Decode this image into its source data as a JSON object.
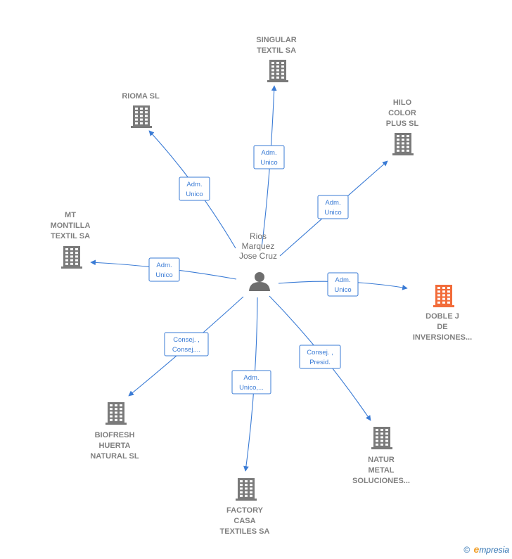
{
  "colors": {
    "edge": "#3a7bd5",
    "building": "#7a7a7a",
    "building_highlight": "#f26c3a",
    "person": "#6e6e6e",
    "label": "#808080"
  },
  "center": {
    "icon": "person-icon",
    "lines": [
      "Rios",
      "Marquez",
      "Jose Cruz"
    ]
  },
  "nodes": [
    {
      "id": "singular",
      "icon": "building-icon",
      "highlight": false,
      "lines": [
        "SINGULAR",
        "TEXTIL SA"
      ]
    },
    {
      "id": "rioma",
      "icon": "building-icon",
      "highlight": false,
      "lines": [
        "RIOMA  SL"
      ]
    },
    {
      "id": "hilo",
      "icon": "building-icon",
      "highlight": false,
      "lines": [
        "HILO",
        "COLOR",
        "PLUS  SL"
      ]
    },
    {
      "id": "mt",
      "icon": "building-icon",
      "highlight": false,
      "lines": [
        "MT",
        "MONTILLA",
        "TEXTIL SA"
      ]
    },
    {
      "id": "doble",
      "icon": "building-icon",
      "highlight": true,
      "lines": [
        "DOBLE J",
        "DE",
        "INVERSIONES..."
      ]
    },
    {
      "id": "biofresh",
      "icon": "building-icon",
      "highlight": false,
      "lines": [
        "BIOFRESH",
        "HUERTA",
        "NATURAL  SL"
      ]
    },
    {
      "id": "factory",
      "icon": "building-icon",
      "highlight": false,
      "lines": [
        "FACTORY",
        "CASA",
        "TEXTILES SA"
      ]
    },
    {
      "id": "natur",
      "icon": "building-icon",
      "highlight": false,
      "lines": [
        "NATUR",
        "METAL",
        "SOLUCIONES..."
      ]
    }
  ],
  "edges": [
    {
      "to": "singular",
      "label": [
        "Adm.",
        "Unico"
      ]
    },
    {
      "to": "rioma",
      "label": [
        "Adm.",
        "Unico"
      ]
    },
    {
      "to": "hilo",
      "label": [
        "Adm.",
        "Unico"
      ]
    },
    {
      "to": "mt",
      "label": [
        "Adm.",
        "Unico"
      ]
    },
    {
      "to": "doble",
      "label": [
        "Adm.",
        "Unico"
      ]
    },
    {
      "to": "biofresh",
      "label": [
        "Consej. ,",
        "Consej...."
      ]
    },
    {
      "to": "factory",
      "label": [
        "Adm.",
        "Unico,..."
      ]
    },
    {
      "to": "natur",
      "label": [
        "Consej. ,",
        "Presid."
      ]
    }
  ],
  "footer": {
    "copyright_symbol": "©",
    "brand_initial": "e",
    "brand_rest": "mpresia"
  }
}
